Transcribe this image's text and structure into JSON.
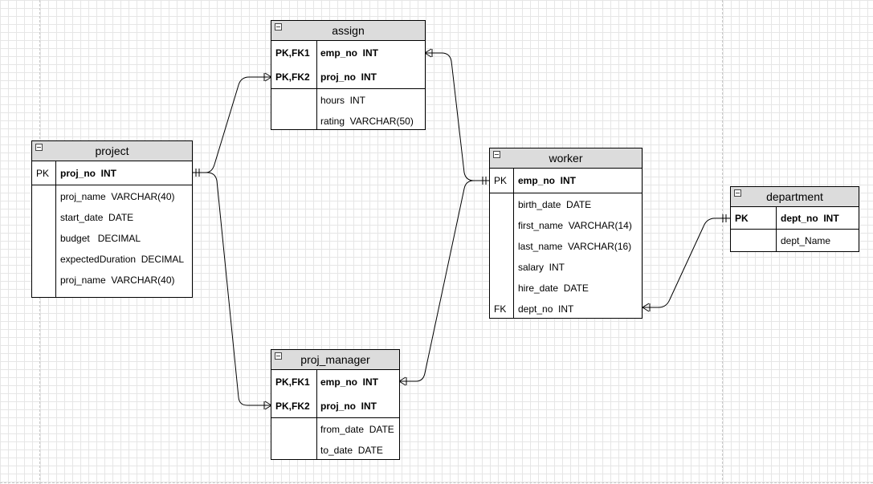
{
  "tables": {
    "assign": {
      "title": "assign",
      "keys": [
        {
          "key": "PK,FK1",
          "field": "emp_no  INT"
        },
        {
          "key": "PK,FK2",
          "field": "proj_no  INT"
        }
      ],
      "attributes": [
        "hours  INT",
        "rating  VARCHAR(50)"
      ]
    },
    "project": {
      "title": "project",
      "keys": [
        {
          "key": "PK",
          "field": "proj_no  INT"
        }
      ],
      "attributes": [
        "proj_name  VARCHAR(40)",
        "start_date  DATE",
        "budget   DECIMAL",
        "expectedDuration  DECIMAL",
        "proj_name  VARCHAR(40)"
      ]
    },
    "worker": {
      "title": "worker",
      "keys": [
        {
          "key": "PK",
          "field": "emp_no  INT"
        }
      ],
      "attributes": [
        "birth_date  DATE",
        "first_name  VARCHAR(14)",
        "last_name  VARCHAR(16)",
        "salary  INT",
        "hire_date  DATE"
      ],
      "fk_row": {
        "key": "FK",
        "field": "dept_no  INT"
      }
    },
    "department": {
      "title": "department",
      "keys": [
        {
          "key": "PK",
          "field": "dept_no  INT"
        }
      ],
      "attributes": [
        "dept_Name"
      ]
    },
    "proj_manager": {
      "title": "proj_manager",
      "keys": [
        {
          "key": "PK,FK1",
          "field": "emp_no  INT"
        },
        {
          "key": "PK,FK2",
          "field": "proj_no  INT"
        }
      ],
      "attributes": [
        "from_date  DATE",
        "to_date  DATE"
      ]
    }
  },
  "relationships": [
    {
      "from": "project.proj_no",
      "to": "assign.proj_no",
      "from_end": "one-and-only-one",
      "to_end": "one-or-many"
    },
    {
      "from": "project.proj_no",
      "to": "proj_manager.proj_no",
      "from_end": "one-and-only-one",
      "to_end": "one-or-many"
    },
    {
      "from": "worker.emp_no",
      "to": "assign.emp_no",
      "from_end": "one-and-only-one",
      "to_end": "one-or-many"
    },
    {
      "from": "worker.emp_no",
      "to": "proj_manager.emp_no",
      "from_end": "one-and-only-one",
      "to_end": "one-or-many"
    },
    {
      "from": "department.dept_no",
      "to": "worker.dept_no",
      "from_end": "one-and-only-one",
      "to_end": "one-or-many"
    }
  ]
}
